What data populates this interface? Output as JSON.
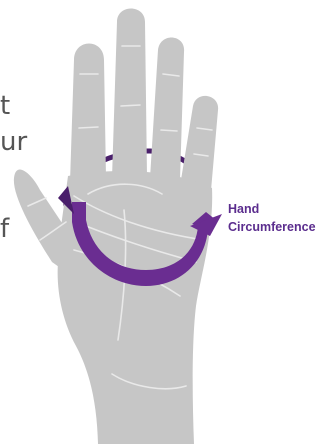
{
  "background_text": [
    "t",
    "ur",
    "f"
  ],
  "label": {
    "line1": "Hand",
    "line2": "Circumference"
  },
  "colors": {
    "hand": "#c6c6c6",
    "hand_lines": "#e9e9e9",
    "arrow": "#6a2d91",
    "arrow_dark": "#4a1f6b",
    "label": "#5b2d8e"
  }
}
